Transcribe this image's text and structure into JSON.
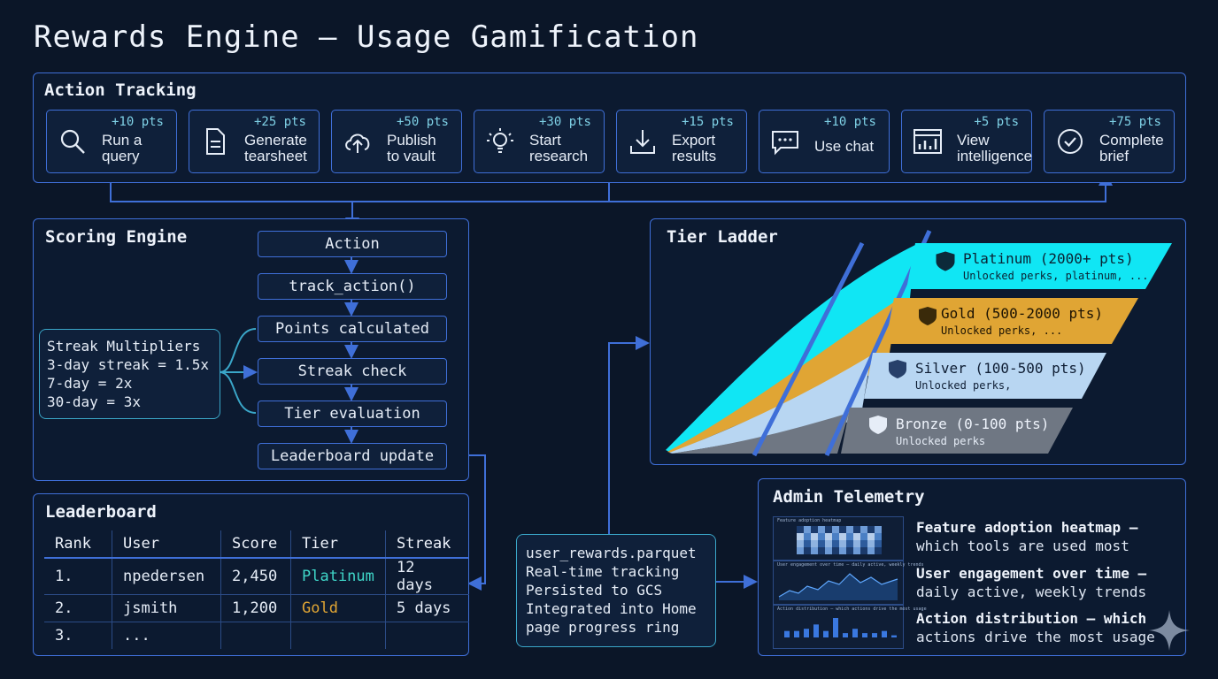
{
  "title": "Rewards Engine — Usage Gamification",
  "action_tracking": {
    "title": "Action Tracking",
    "cards": [
      {
        "pts": "+10 pts",
        "label": "Run a\nquery",
        "icon": "search-icon"
      },
      {
        "pts": "+25 pts",
        "label": "Generate\ntearsheet",
        "icon": "document-icon"
      },
      {
        "pts": "+50 pts",
        "label": "Publish\nto vault",
        "icon": "cloud-upload-icon"
      },
      {
        "pts": "+30 pts",
        "label": "Start\nresearch",
        "icon": "lightbulb-icon"
      },
      {
        "pts": "+15 pts",
        "label": "Export\nresults",
        "icon": "download-icon"
      },
      {
        "pts": "+10 pts",
        "label": "Use chat",
        "icon": "chat-icon"
      },
      {
        "pts": "+5 pts",
        "label": "View\nintelligence",
        "icon": "dashboard-icon"
      },
      {
        "pts": "+75 pts",
        "label": "Complete\nbrief",
        "icon": "check-circle-icon"
      }
    ]
  },
  "scoring_engine": {
    "title": "Scoring Engine",
    "steps": [
      "Action",
      "track_action()",
      "Points calculated",
      "Streak check",
      "Tier evaluation",
      "Leaderboard update"
    ],
    "streak": {
      "title": "Streak Multipliers",
      "lines": [
        "3-day streak = 1.5x",
        "7-day = 2x",
        "30-day = 3x"
      ]
    }
  },
  "tier_ladder": {
    "title": "Tier Ladder",
    "tiers": [
      {
        "name": "Platinum (2000+ pts)",
        "sub": "Unlocked perks, platinum, ...",
        "color": "#10e6f4"
      },
      {
        "name": "Gold (500-2000 pts)",
        "sub": "Unlocked perks, ...",
        "color": "#e0a534"
      },
      {
        "name": "Silver (100-500 pts)",
        "sub": "Unlocked perks,",
        "color": "#b8d6f2"
      },
      {
        "name": "Bronze (0-100 pts)",
        "sub": "Unlocked perks",
        "color": "#6f7783"
      }
    ]
  },
  "leaderboard": {
    "title": "Leaderboard",
    "columns": [
      "Rank",
      "User",
      "Score",
      "Tier",
      "Streak"
    ],
    "rows": [
      {
        "rank": "1.",
        "user": "npedersen",
        "score": "2,450",
        "tier": "Platinum",
        "streak": "12 days"
      },
      {
        "rank": "2.",
        "user": "jsmith",
        "score": "1,200",
        "tier": "Gold",
        "streak": "5 days"
      },
      {
        "rank": "3.",
        "user": "...",
        "score": "",
        "tier": "",
        "streak": ""
      }
    ],
    "tier_colors": {
      "Platinum": "#3fd6c8",
      "Gold": "#e0a534"
    }
  },
  "storage": {
    "lines": [
      "user_rewards.parquet",
      "Real-time tracking",
      "Persisted to GCS",
      "Integrated into Home",
      "page progress ring"
    ]
  },
  "admin_telemetry": {
    "title": "Admin Telemetry",
    "items": [
      {
        "head": "Feature adoption heatmap —",
        "desc": "which tools are used most",
        "thumb": "Feature adoption heatmap"
      },
      {
        "head": "User engagement over time —",
        "desc": "daily active, weekly trends",
        "thumb": "User engagement over time — daily active, weekly trends"
      },
      {
        "head": "Action distribution — which",
        "desc": "actions drive the most usage",
        "thumb": "Action distribution — which actions drive the most usage"
      }
    ],
    "bar_values": [
      3,
      3,
      4,
      6,
      3,
      9,
      2,
      4,
      2,
      2,
      3,
      1
    ]
  },
  "colors": {
    "accent": "#3f6fd8",
    "background": "#0b1628"
  }
}
